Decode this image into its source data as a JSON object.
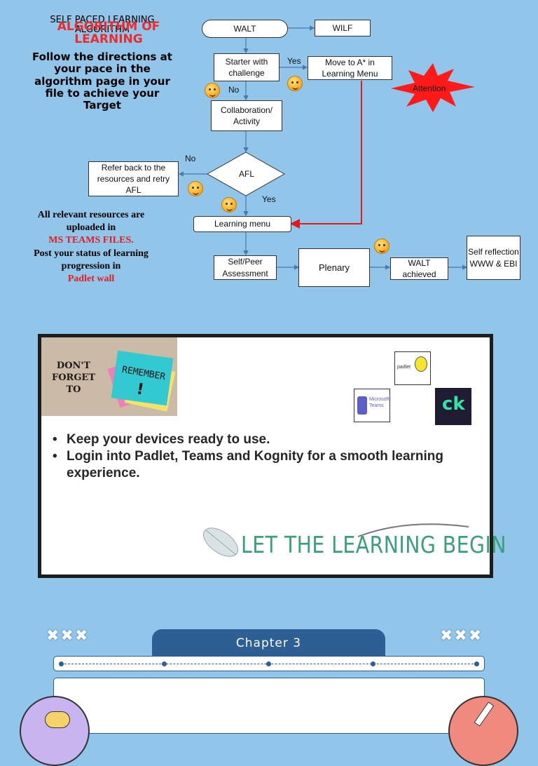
{
  "header": {
    "small_title_line1": "SELF PACED LEARNING",
    "small_title_line2": "ALGORITHM",
    "red_title_line1": "ALGORITHM OF",
    "red_title_line2": "LEARNING",
    "directions": [
      "Follow the directions at",
      "your pace  in  the",
      "algorithm page in your",
      "file to achieve your",
      "Target"
    ]
  },
  "resources_note": {
    "line1": "All relevant resources are",
    "line2": "uploaded in",
    "line3": "MS TEAMS FILES.",
    "line4": "Post your status of learning",
    "line5": "progression in",
    "line6": "Padlet wall"
  },
  "flowchart": {
    "walt": "WALT",
    "wilf": "WILF",
    "starter": "Starter with challenge",
    "move_to": "Move to A* in Learning Menu",
    "attention": "Attention",
    "collab": "Collaboration/ Activity",
    "refer_back": "Refer back to the resources and retry AFL",
    "afl": "AFL",
    "learning_menu": "Learning menu",
    "self_peer": "Self/Peer Assessment",
    "plenary": "Plenary",
    "walt_achieved": "WALT achieved",
    "self_reflection": "Self reflection WWW & EBI",
    "yes1": "Yes",
    "no1": "No",
    "no2": "No",
    "yes2": "Yes"
  },
  "poster": {
    "dont_forget": "DON'T FORGET TO",
    "remember": "REMEMBER",
    "bullets": [
      "Keep your devices ready to use.",
      "Login into Padlet, Teams and Kognity for a smooth learning experience."
    ],
    "banner": "LET THE LEARNING BEGIN",
    "padlet_logo_text": "padlet",
    "teams_logo_text": "Microsoft Teams"
  },
  "chapter": {
    "label": "Chapter 3",
    "marks": "✖✖✖"
  },
  "colors": {
    "background": "#92c5ea",
    "chapter_blue": "#2d5f95",
    "red_arrow": "#e11b1b",
    "attention_red": "#ff1a1a",
    "banner_green": "#3aa07a"
  }
}
